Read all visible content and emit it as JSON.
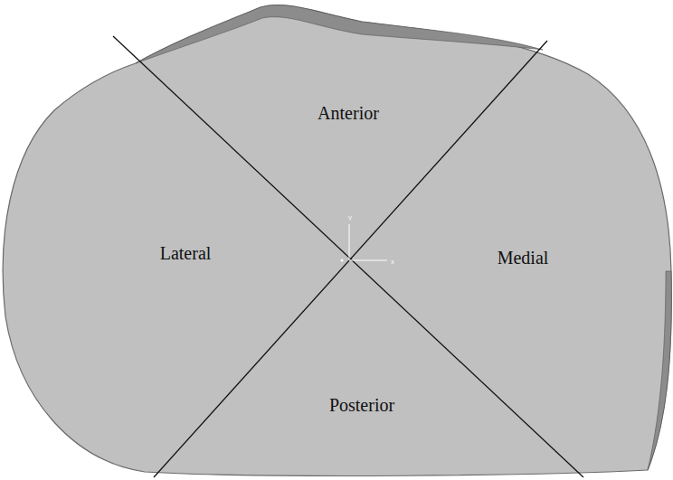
{
  "diagram": {
    "labels": [
      "Anterior",
      "Lateral",
      "Medial",
      "Posterior",
      "Y",
      "x"
    ]
  }
}
